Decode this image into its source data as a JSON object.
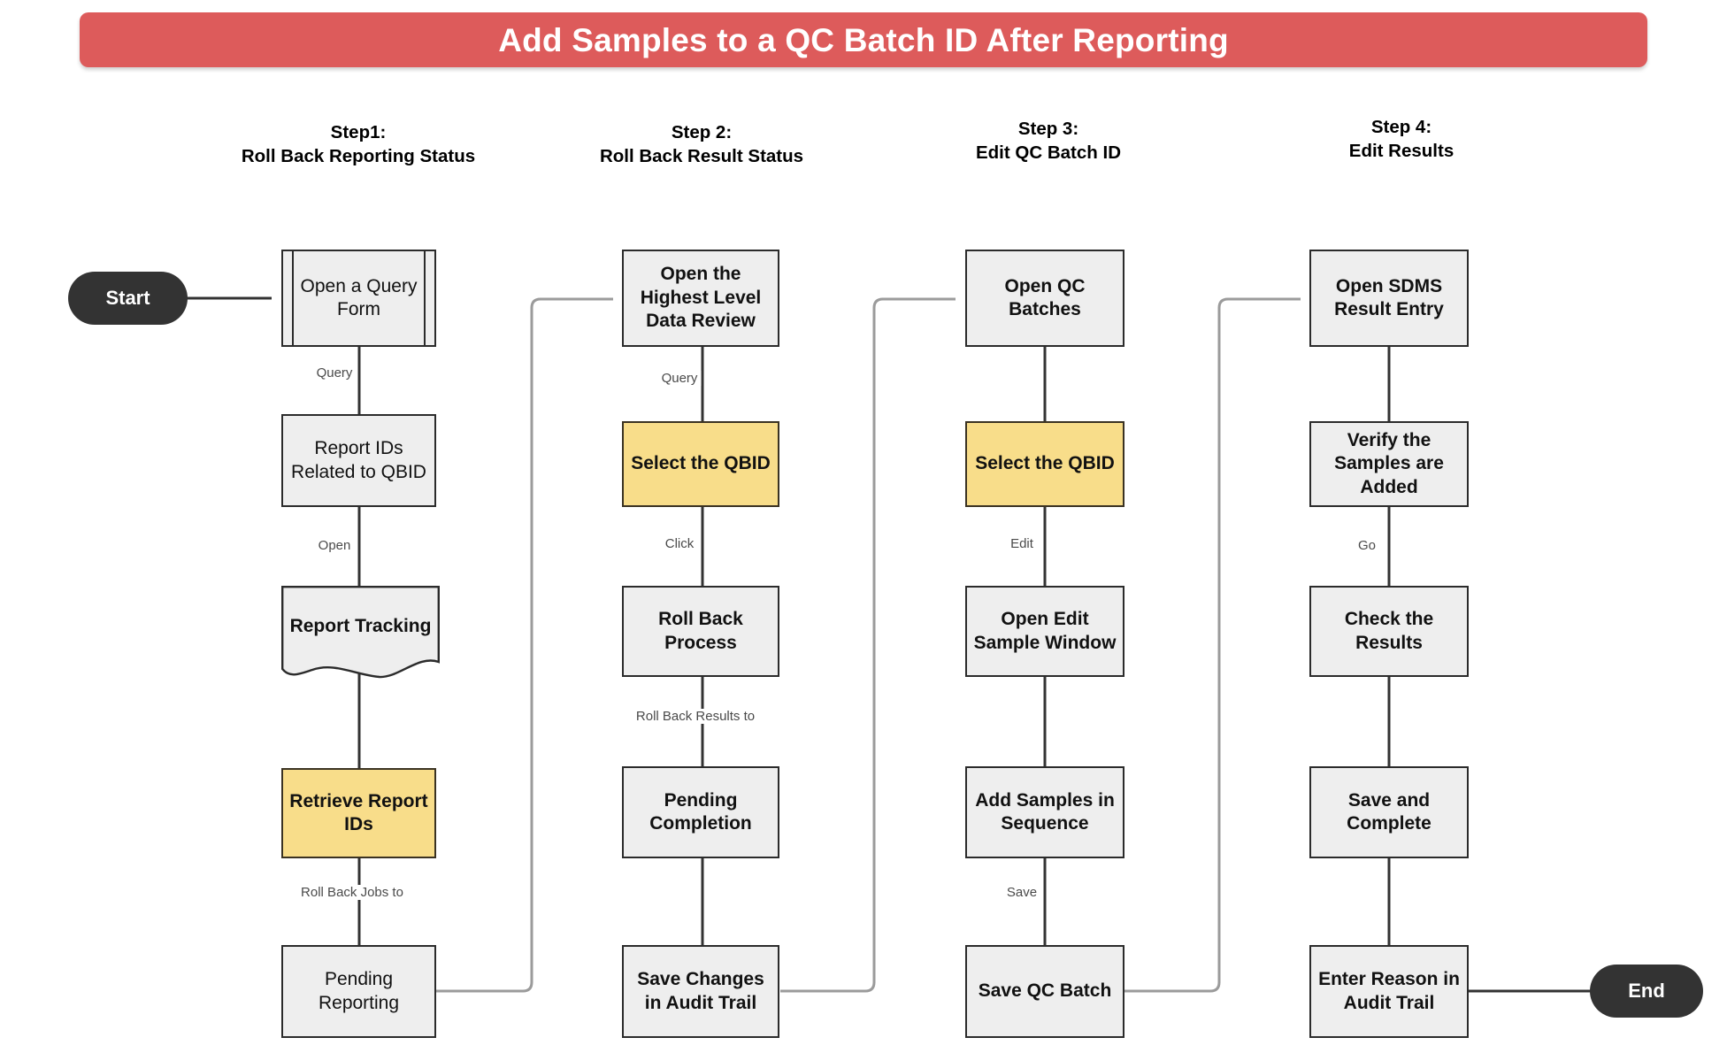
{
  "title": {
    "text": "Add Samples to a QC Batch ID After Reporting",
    "background_color": "#dd5b5b",
    "text_color": "#ffffff"
  },
  "theme": {
    "node_fill": "#eeeeee",
    "node_stroke": "#2b2b2b",
    "highlight_fill": "#f8dd8a",
    "terminator_fill": "#333333",
    "edge_color": "#333333",
    "cross_column_edge_color": "#9b9b9b",
    "label_color": "#4a4a4a",
    "canvas_background": "#ffffff"
  },
  "steps": [
    {
      "number": "Step1:",
      "label": "Roll Back Reporting Status"
    },
    {
      "number": "Step 2:",
      "label": "Roll Back Result Status"
    },
    {
      "number": "Step 3:",
      "label": "Edit QC Batch ID"
    },
    {
      "number": "Step 4:",
      "label": "Edit Results"
    }
  ],
  "terminators": {
    "start": "Start",
    "end": "End"
  },
  "nodes": {
    "c1": [
      {
        "id": "open-query-form",
        "text": "Open a Query Form",
        "shape": "subroutine",
        "highlight": false
      },
      {
        "id": "report-ids-qbid",
        "text": "Report IDs Related to QBID",
        "shape": "process",
        "highlight": false
      },
      {
        "id": "report-tracking",
        "text": "Report Tracking",
        "shape": "document",
        "highlight": false
      },
      {
        "id": "retrieve-report-ids",
        "text": "Retrieve Report IDs",
        "shape": "process",
        "highlight": true
      },
      {
        "id": "pending-reporting",
        "text": "Pending Reporting",
        "shape": "process",
        "highlight": false
      }
    ],
    "c2": [
      {
        "id": "open-highest-level-data-review",
        "text": "Open the Highest Level Data Review",
        "shape": "process",
        "highlight": false
      },
      {
        "id": "select-qbid-2",
        "text": "Select the QBID",
        "shape": "process",
        "highlight": true
      },
      {
        "id": "roll-back-process",
        "text": "Roll Back Process",
        "shape": "process",
        "highlight": false
      },
      {
        "id": "pending-completion",
        "text": "Pending Completion",
        "shape": "process",
        "highlight": false
      },
      {
        "id": "save-changes-audit-trail",
        "text": "Save Changes in Audit Trail",
        "shape": "process",
        "highlight": false
      }
    ],
    "c3": [
      {
        "id": "open-qc-batches",
        "text": "Open QC Batches",
        "shape": "process",
        "highlight": false
      },
      {
        "id": "select-qbid-3",
        "text": "Select the QBID",
        "shape": "process",
        "highlight": true
      },
      {
        "id": "open-edit-sample-window",
        "text": "Open Edit Sample Window",
        "shape": "process",
        "highlight": false
      },
      {
        "id": "add-samples-in-sequence",
        "text": "Add Samples in Sequence",
        "shape": "process",
        "highlight": false
      },
      {
        "id": "save-qc-batch",
        "text": "Save QC Batch",
        "shape": "process",
        "highlight": false
      }
    ],
    "c4": [
      {
        "id": "open-sdms-result-entry",
        "text": "Open SDMS Result Entry",
        "shape": "process",
        "highlight": false
      },
      {
        "id": "verify-samples-added",
        "text": "Verify the Samples are Added",
        "shape": "process",
        "highlight": false
      },
      {
        "id": "check-the-results",
        "text": "Check the Results",
        "shape": "process",
        "highlight": false
      },
      {
        "id": "save-and-complete",
        "text": "Save and Complete",
        "shape": "process",
        "highlight": false
      },
      {
        "id": "enter-reason-audit-trail",
        "text": "Enter Reason in Audit Trail",
        "shape": "process",
        "highlight": false
      }
    ]
  },
  "edge_labels": {
    "c1_query": "Query",
    "c1_open": "Open",
    "c1_rollback_jobs": "Roll Back Jobs to",
    "c2_query": "Query",
    "c2_click": "Click",
    "c2_rollback_results": "Roll Back Results to",
    "c3_edit": "Edit",
    "c3_save": "Save",
    "c4_go": "Go"
  }
}
